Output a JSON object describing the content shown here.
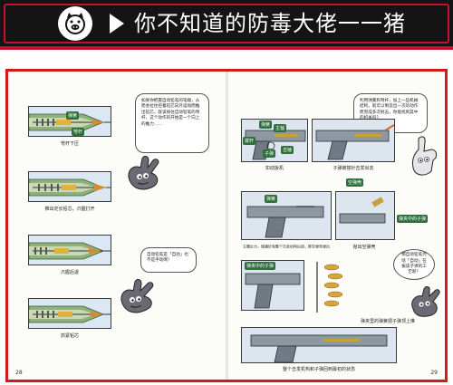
{
  "banner": {
    "title": "你不知道的防毒大佬一一猪",
    "icons": {
      "badge": "pig-face-icon",
      "arrow": "play-triangle-icon"
    },
    "colors": {
      "background": "#141414",
      "accent": "#c8102e"
    }
  },
  "left_page": {
    "page_number": "28",
    "panels": [
      {
        "caption": "弩杆下压",
        "tags": [
          "弹簧",
          "弩杆"
        ]
      },
      {
        "caption": "推出定长铅芯，爪握打开"
      },
      {
        "caption": "爪握后退"
      },
      {
        "caption": "抓紧铅芯"
      }
    ],
    "bubble_1": "如果你把握自动铅笔的笔端，从而会拉住控着铅芯向外运动而推出铅芯，就该按住自动铅笔的弩杆，这个动作的开始是一个向上的推力……",
    "bubble_2": "自动铅笔是「自动」也不是手动啊！"
  },
  "right_page": {
    "page_number": "29",
    "tags": [
      "拨杆",
      "主轴",
      "弹簧",
      "击锤",
      "子弹",
      "空弹壳",
      "弹夹中的子弹",
      "弹夹中的子弹"
    ],
    "captions": {
      "row1_left": "扣动扳机",
      "row1_right": "子弹被撞针击发出去",
      "row2_left": "主簧反力，使撞针和整个击发机构后退，推空弹壳弹出",
      "row2_right": "抛出空弹壳",
      "row3_right": "弹夹里的弹簧把子弹顶上推",
      "row4": "整个击发机构和子弹回到最初的状态"
    },
    "bubble_1": "利用弹簧和弩杆，加上一些机械结构，就可以制造出一次的动作而完成多次射击，你能找到其中的机关吗？",
    "bubble_2": "那自动铅笔为啥「自动」在拔该子弹的工艺呢？"
  }
}
